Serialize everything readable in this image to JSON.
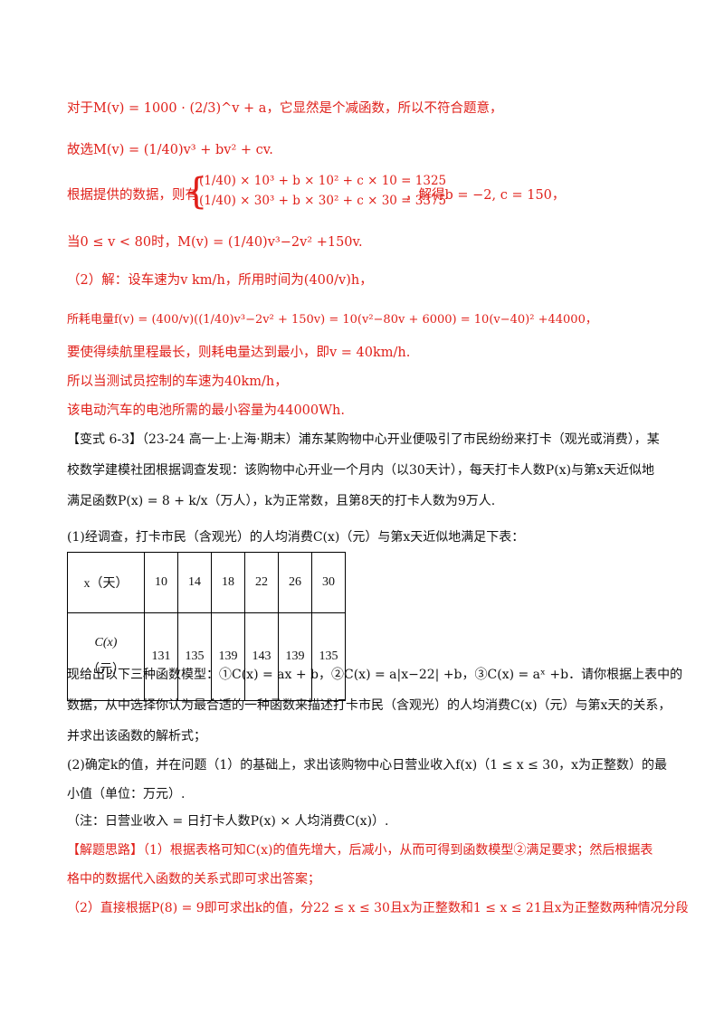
{
  "lines": {
    "l1": "对于M(v) = 1000 · (2/3)^v + a，它显然是个减函数，所以不符合题意，",
    "l2": "故选M(v) = (1/40)v³ + bv² + cv.",
    "l3_prefix": "根据提供的数据，则有",
    "l3_eq1": "(1/40) × 10³ + b × 10² + c × 10 = 1325",
    "l3_eq2": "(1/40) × 30³ + b × 30² + c × 30 = 3375",
    "l3_suffix": "，解得b = −2, c = 150，",
    "l4": "当0 ≤ v < 80时，M(v) = (1/40)v³−2v² +150v.",
    "l5": "（2）解：设车速为v  km/h，所用时间为(400/v)h，",
    "l6": "所耗电量f(v) = (400/v)((1/40)v³−2v² + 150v) = 10(v²−80v + 6000) = 10(v−40)² +44000，",
    "l7": "要使得续航里程最长，则耗电量达到最小，即v = 40km/h.",
    "l8": "所以当测试员控制的车速为40km/h，",
    "l9": "该电动汽车的电池所需的最小容量为44000Wh.",
    "l10": "【变式 6-3】（23-24 高一上·上海·期末）浦东某购物中心开业便吸引了市民纷纷来打卡（观光或消费），某",
    "l11": "校数学建模社团根据调查发现：该购物中心开业一个月内（以30天计），每天打卡人数P(x)与第x天近似地",
    "l12": "满足函数P(x) = 8 + k/x（万人），k为正常数，且第8天的打卡人数为9万人.",
    "l13": "(1)经调查，打卡市民（含观光）的人均消费C(x)（元）与第x天近似地满足下表：",
    "l14": "现给出以下三种函数模型：①C(x) = ax + b，②C(x) = a|x−22| +b，③C(x) = aˣ +b．请你根据上表中的",
    "l15": "数据，从中选择你认为最合适的一种函数来描述打卡市民（含观光）的人均消费C(x)（元）与第x天的关系，",
    "l16": "并求出该函数的解析式；",
    "l17": "(2)确定k的值，并在问题（1）的基础上，求出该购物中心日营业收入f(x)（1 ≤ x ≤ 30，x为正整数）的最",
    "l18": "小值（单位：万元）.",
    "l19": "（注：日营业收入 = 日打卡人数P(x) × 人均消费C(x)）.",
    "l20_tag": "【解题思路】",
    "l20": "（1）根据表格可知C(x)的值先增大，后减小，从而可得到函数模型②满足要求；然后根据表",
    "l21": "格中的数据代入函数的关系式即可求出答案；",
    "l22": "（2）直接根据P(8) = 9即可求出k的值，分22 ≤ x ≤ 30且x为正整数和1 ≤ x ≤ 21且x为正整数两种情况分段"
  },
  "table": {
    "row1_header": "x（天）",
    "row2_header_a": "C(x)",
    "row2_header_b": "（元）",
    "x_values": [
      "10",
      "14",
      "18",
      "22",
      "26",
      "30"
    ],
    "c_values": [
      "131",
      "135",
      "139",
      "143",
      "139",
      "135"
    ]
  },
  "colors": {
    "answer": "#e0201a",
    "text": "#111111"
  }
}
